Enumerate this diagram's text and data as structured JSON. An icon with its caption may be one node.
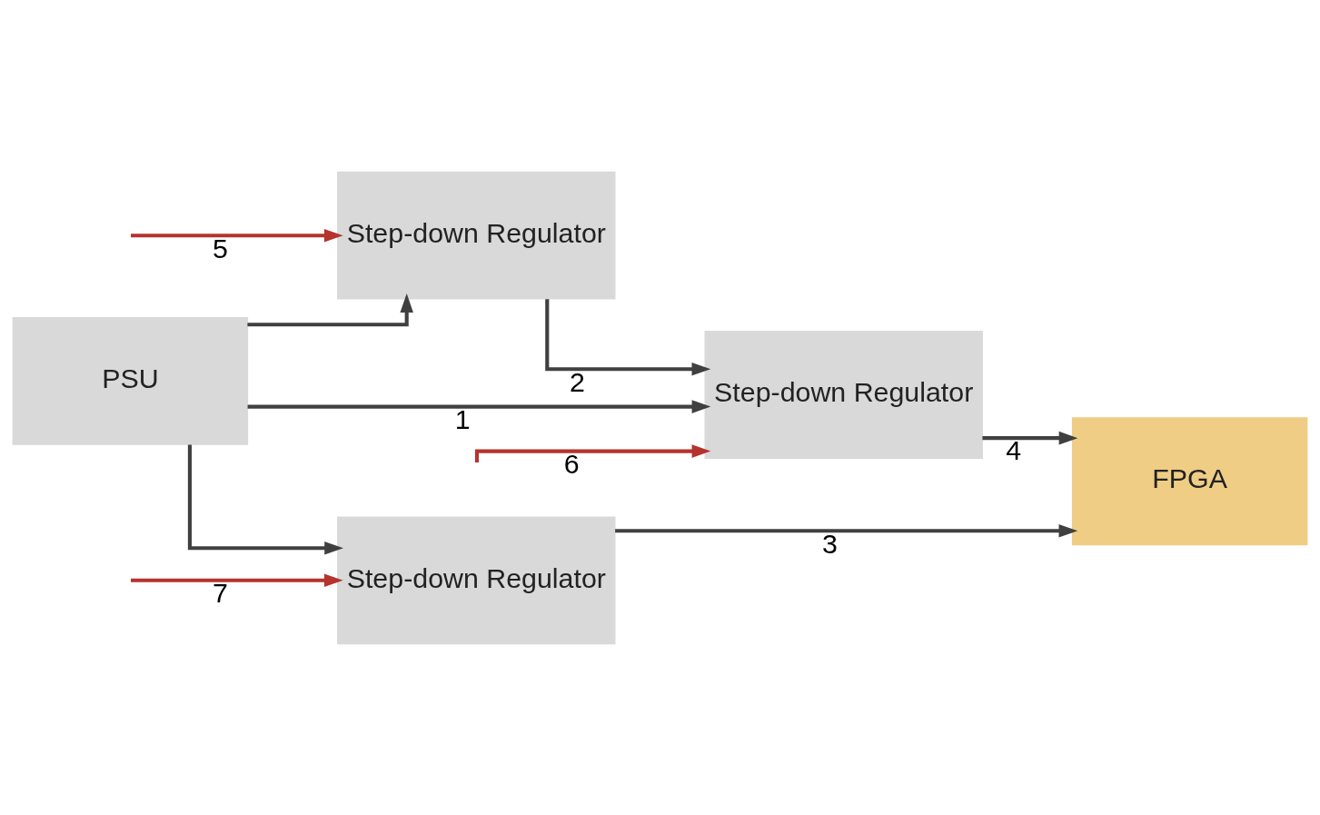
{
  "diagram": {
    "nodes": [
      {
        "text": [
          "PSU"
        ]
      },
      {
        "text": [
          "Step-down Regulator"
        ]
      },
      {
        "text": [
          "Step-down Regulator"
        ]
      },
      {
        "text": [
          "Step-down Regulator"
        ]
      },
      {
        "text": [
          "FPGA"
        ]
      }
    ],
    "edges": [
      {
        "from": 0,
        "to": 1,
        "arrow": "to"
      },
      {
        "from": 0,
        "to": 2,
        "arrow": "to",
        "label": "1"
      },
      {
        "from": 0,
        "to": 3,
        "arrow": "to"
      },
      {
        "from": 1,
        "to": 2,
        "arrow": "to",
        "label": "2"
      },
      {
        "from": 3,
        "to": 4,
        "arrow": "to",
        "label": "3"
      },
      {
        "from": 2,
        "to": 4,
        "arrow": "to",
        "label": "4"
      },
      {
        "from": null,
        "to": 1,
        "arrow": "to",
        "label": "5",
        "color": "#b5332e"
      },
      {
        "from": null,
        "to": 2,
        "arrow": "to",
        "label": "6",
        "color": "#b5332e"
      },
      {
        "from": null,
        "to": 3,
        "arrow": "to",
        "label": "7",
        "color": "#b5332e"
      }
    ]
  }
}
